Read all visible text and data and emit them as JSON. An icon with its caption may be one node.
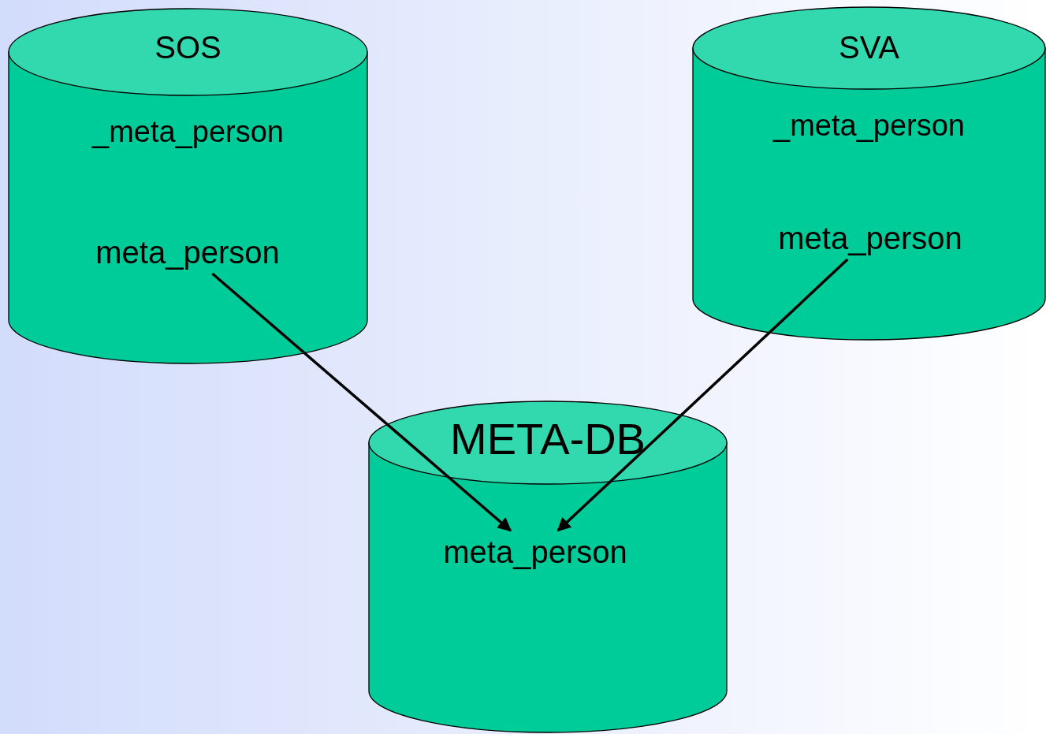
{
  "diagram": {
    "nodes": [
      {
        "text": [
          "SOS",
          "_meta_person"
        ]
      },
      {
        "text": [
          "meta_person"
        ],
        "in": 0
      },
      {
        "text": [
          "SVA",
          "_meta_person"
        ]
      },
      {
        "text": [
          "meta_person"
        ],
        "in": 2
      },
      {
        "text": [
          "META-DB"
        ]
      },
      {
        "text": [
          "meta_person"
        ],
        "in": 4
      }
    ],
    "edges": [
      {
        "from": 1,
        "to": 5,
        "arrow": "to"
      },
      {
        "from": 3,
        "to": 5,
        "arrow": "to"
      }
    ]
  }
}
